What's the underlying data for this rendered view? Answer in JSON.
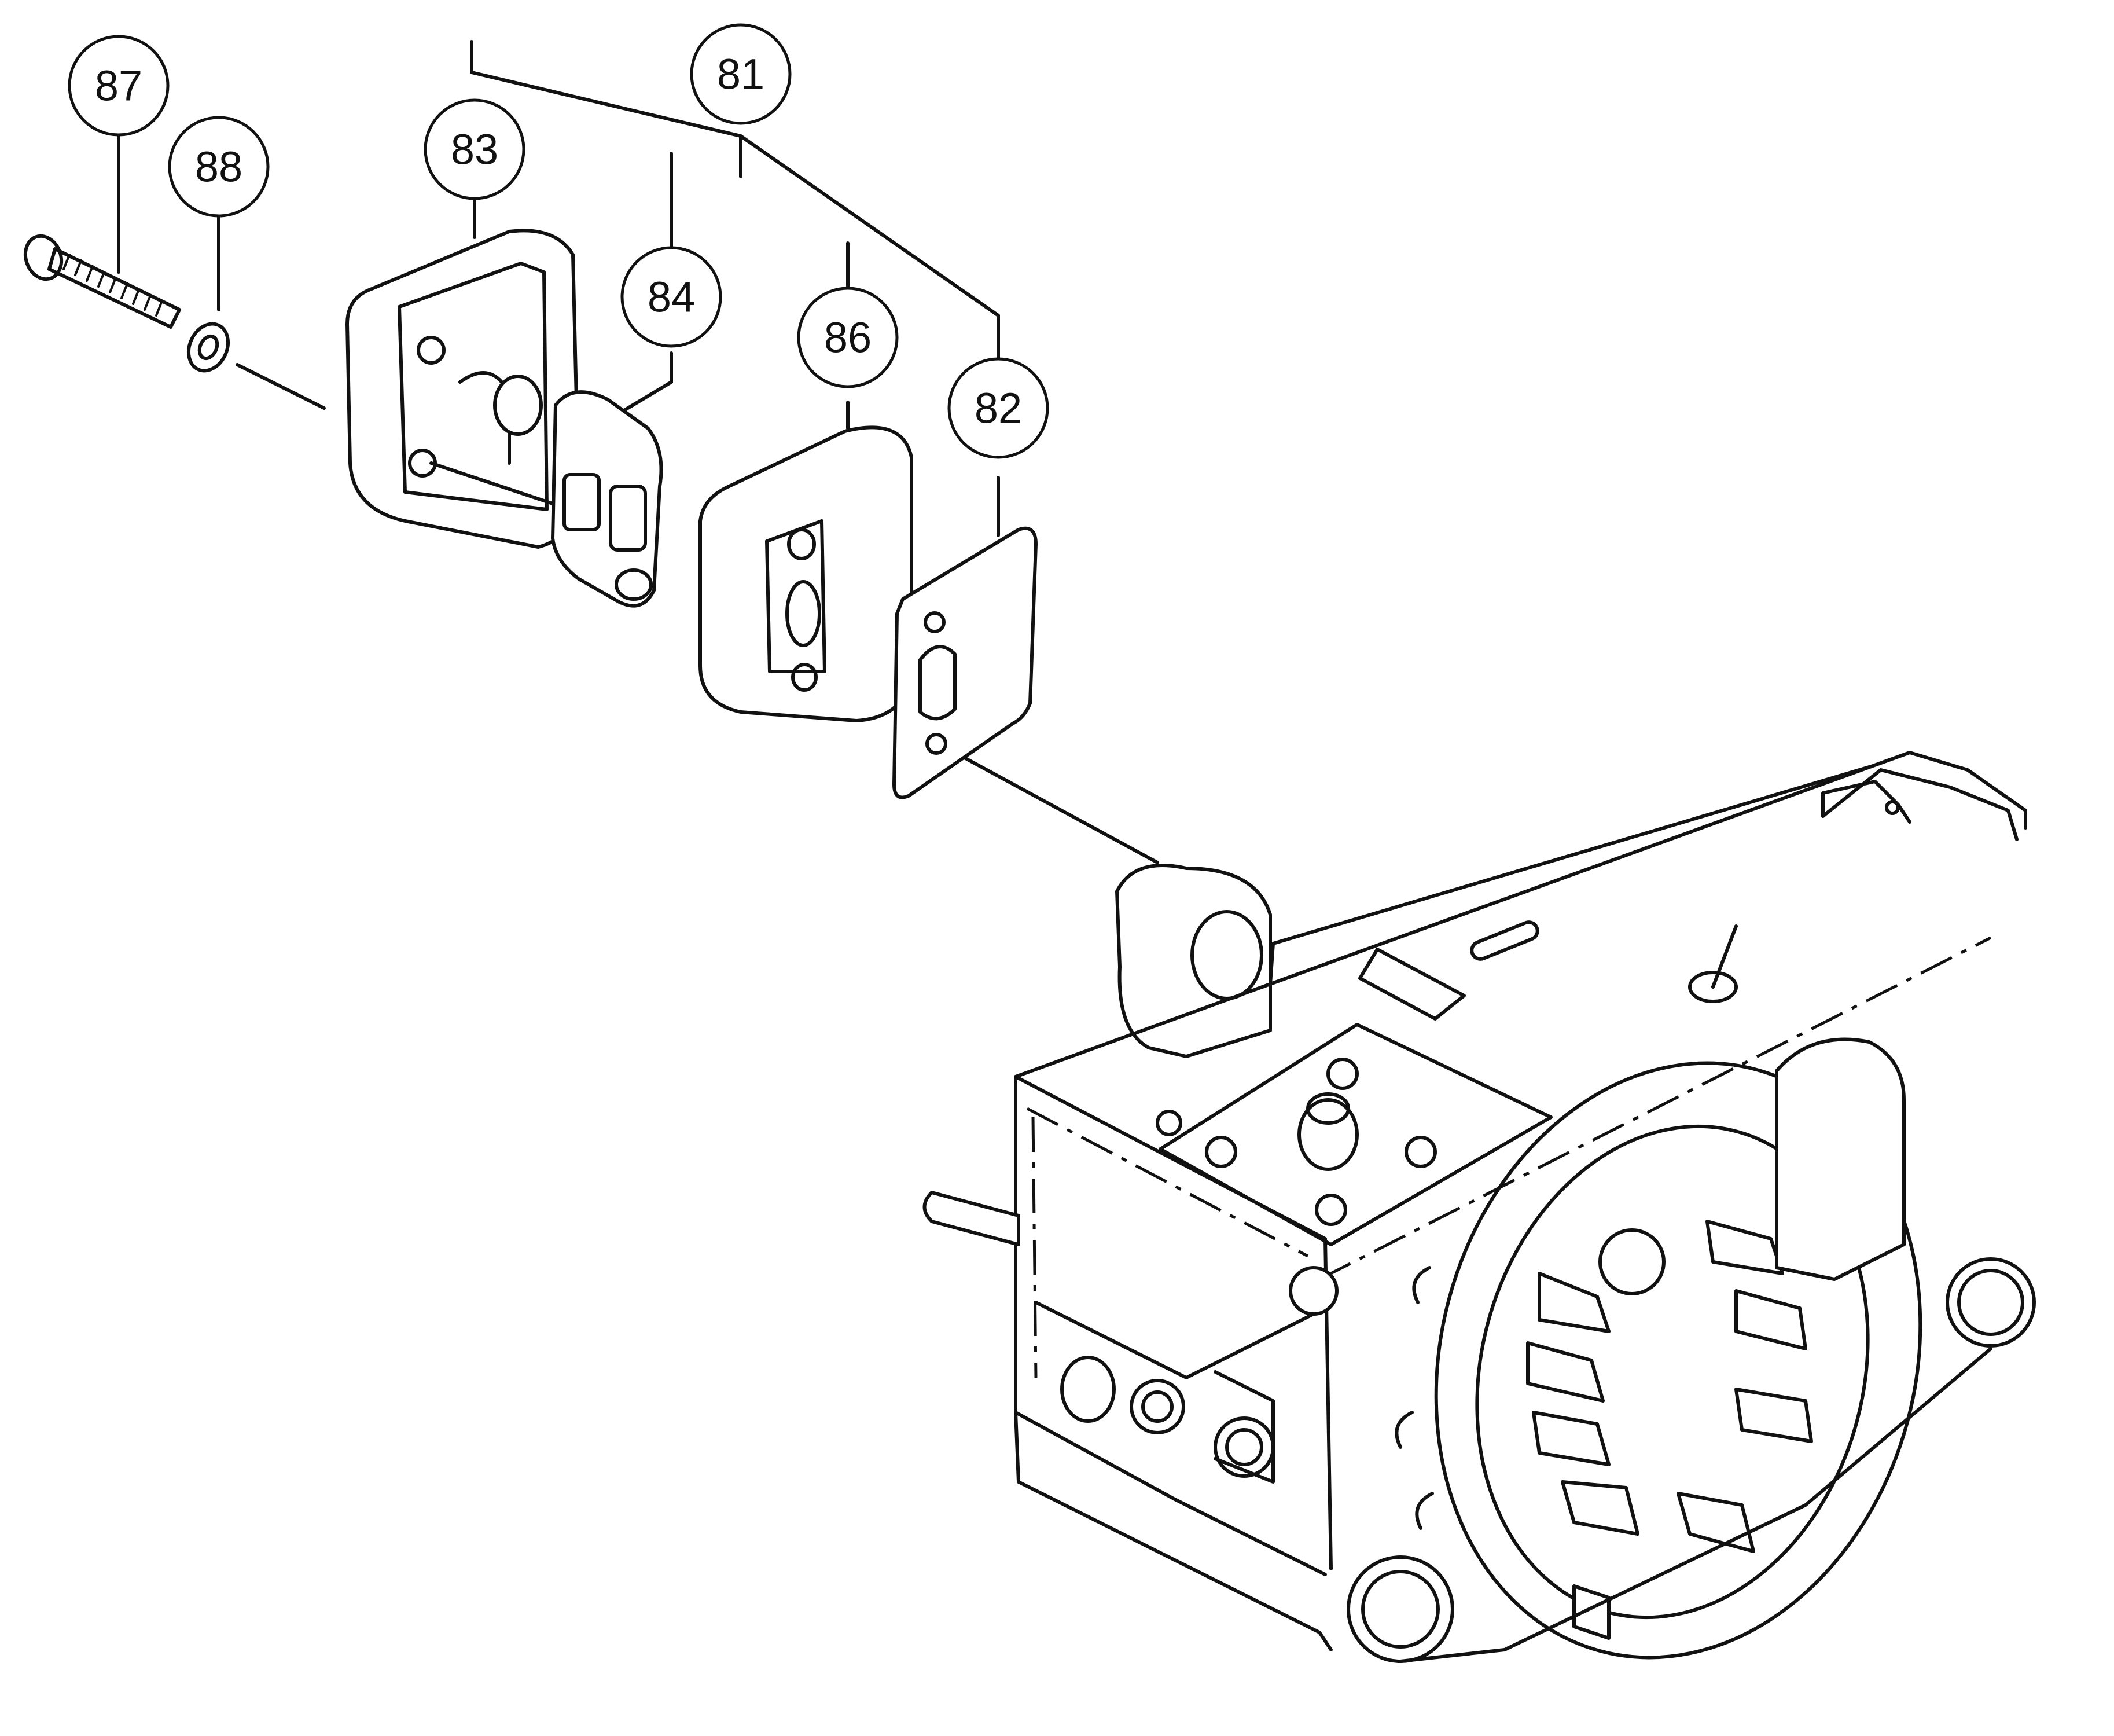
{
  "callouts": {
    "c87": "87",
    "c88": "88",
    "c81": "81",
    "c83": "83",
    "c84": "84",
    "c86": "86",
    "c82": "82"
  }
}
